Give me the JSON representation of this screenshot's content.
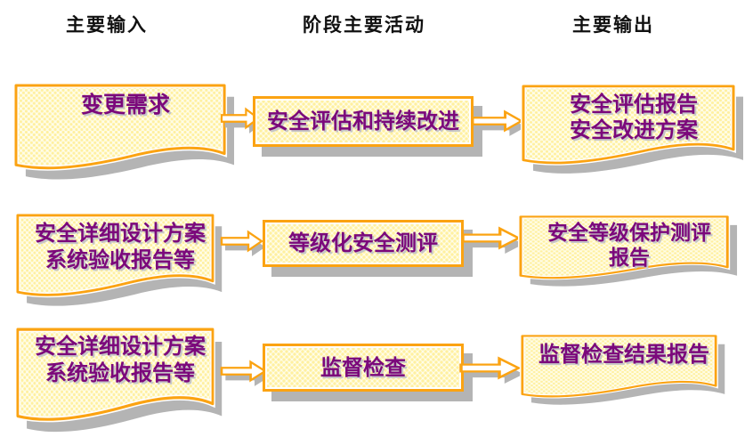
{
  "headers": [
    {
      "id": "inputs",
      "label": "主要输入"
    },
    {
      "id": "activities",
      "label": "阶段主要活动"
    },
    {
      "id": "outputs",
      "label": "主要输出"
    }
  ],
  "rows": [
    {
      "input": {
        "lines": [
          "变更需求"
        ]
      },
      "activity": {
        "label": "安全评估和持续改进"
      },
      "output": {
        "lines": [
          "安全评估报告",
          "安全改进方案"
        ]
      }
    },
    {
      "input": {
        "lines": [
          "安全详细设计方案",
          "系统验收报告等"
        ]
      },
      "activity": {
        "label": "等级化安全测评"
      },
      "output": {
        "lines": [
          "安全等级保护测评",
          "报告"
        ]
      }
    },
    {
      "input": {
        "lines": [
          "安全详细设计方案",
          "系统验收报告等"
        ]
      },
      "activity": {
        "label": "监督检查"
      },
      "output": {
        "lines": [
          "监督检查结果报告"
        ]
      }
    }
  ],
  "icons": {
    "flow_arrow": "right-block-arrow"
  },
  "colors": {
    "background": "#FFFFFF",
    "shape_border": "#FBA312",
    "shape_fill_base": "#FFFDE8",
    "shape_fill_dot": "#FFF0A0",
    "text_purple": "#7B087B",
    "header_text": "#111111",
    "shadow_gray": "#B4B4B4",
    "arrow_fill": "#FFFFFF"
  }
}
